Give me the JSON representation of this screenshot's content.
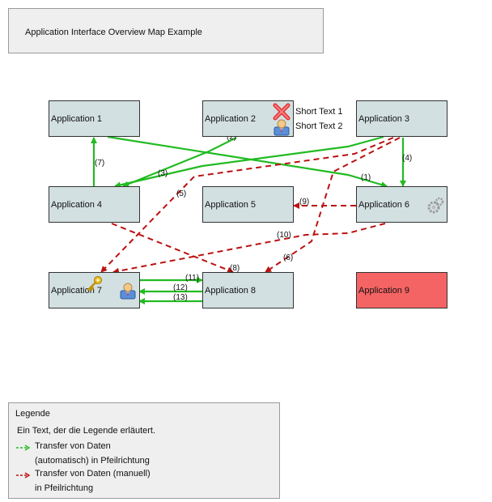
{
  "title": "Application Interface Overview Map Example",
  "applications": [
    {
      "id": "app1",
      "label": "Application 1"
    },
    {
      "id": "app2",
      "label": "Application 2"
    },
    {
      "id": "app3",
      "label": "Application 3"
    },
    {
      "id": "app4",
      "label": "Application 4"
    },
    {
      "id": "app5",
      "label": "Application 5"
    },
    {
      "id": "app6",
      "label": "Application 6"
    },
    {
      "id": "app7",
      "label": "Application 7"
    },
    {
      "id": "app8",
      "label": "Application 8"
    },
    {
      "id": "app9",
      "label": "Application 9"
    }
  ],
  "app2_annotations": {
    "short_text_1": "Short Text 1",
    "short_text_2": "Short Text 2"
  },
  "edges": [
    {
      "label": "(1)",
      "from": "Application 1",
      "to": "Application 6",
      "type": "automatic"
    },
    {
      "label": "(2)",
      "from": "Application 2",
      "to": "Application 4",
      "type": "automatic"
    },
    {
      "label": "(3)",
      "from": "Application 3",
      "to": "Application 4",
      "type": "automatic"
    },
    {
      "label": "(4)",
      "from": "Application 3",
      "to": "Application 6",
      "type": "automatic"
    },
    {
      "label": "(5)",
      "from": "Application 3",
      "to": "Application 7",
      "type": "manual"
    },
    {
      "label": "(6)",
      "from": "Application 3",
      "to": "Application 8",
      "type": "manual"
    },
    {
      "label": "(7)",
      "from": "Application 4",
      "to": "Application 1",
      "type": "automatic"
    },
    {
      "label": "(8)",
      "from": "Application 4",
      "to": "Application 8",
      "type": "manual"
    },
    {
      "label": "(9)",
      "from": "Application 6",
      "to": "Application 5",
      "type": "manual"
    },
    {
      "label": "(10)",
      "from": "Application 6",
      "to": "Application 7",
      "type": "manual"
    },
    {
      "label": "(11)",
      "from": "Application 7",
      "to": "Application 8",
      "type": "automatic"
    },
    {
      "label": "(12)",
      "from": "Application 8",
      "to": "Application 7",
      "type": "automatic"
    },
    {
      "label": "(13)",
      "from": "Application 8",
      "to": "Application 7",
      "type": "automatic"
    }
  ],
  "colors": {
    "automatic": "#22bb22",
    "manual": "#bb1111",
    "app_fill": "#d3e0e2",
    "highlight_fill": "#f56464"
  },
  "icons": {
    "app2": [
      "red-x-icon",
      "user-icon"
    ],
    "app6": [
      "gear-icon"
    ],
    "app7": [
      "key-icon",
      "user-icon"
    ]
  },
  "legend": {
    "title": "Legende",
    "description": "Ein Text, der die Legende erläutert.",
    "item1_line1": "Transfer von Daten",
    "item1_line2": "(automatisch) in Pfeilrichtung",
    "item2_line1": "Transfer von Daten (manuell)",
    "item2_line2": "in Pfeilrichtung"
  }
}
